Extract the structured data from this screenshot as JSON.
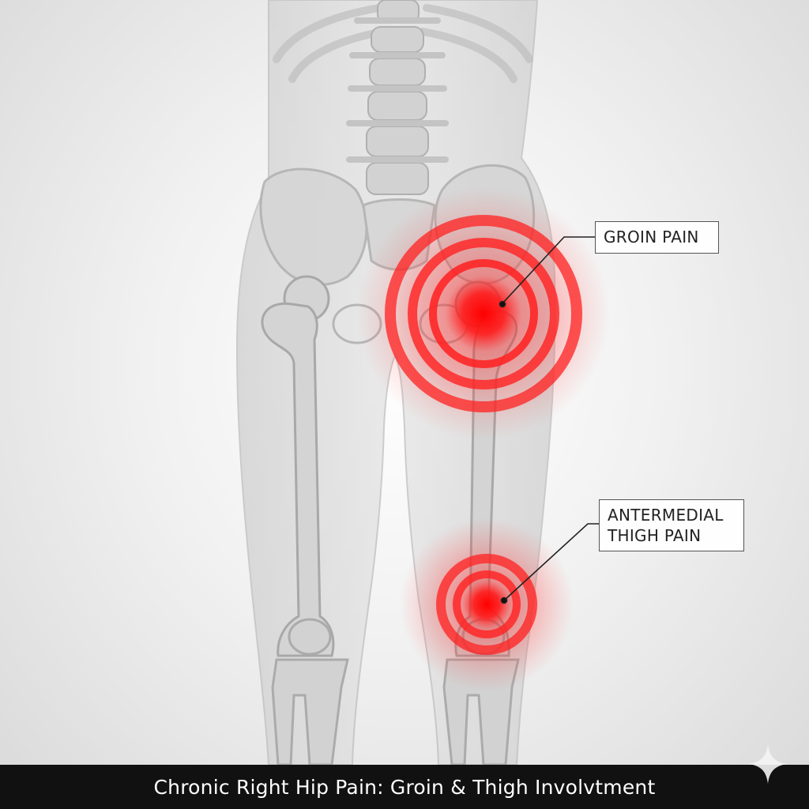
{
  "callouts": {
    "groin": {
      "label": "GROIN PAIN"
    },
    "thigh": {
      "line1": "ANTERMEDIAL",
      "line2": "THIGH PAIN"
    }
  },
  "caption": "Chronic Right Hip Pain: Groin & Thigh Involvtment",
  "colors": {
    "pain": "#ff1a1a",
    "bone": "#c8c8c8",
    "skin": "#d9d9d9",
    "caption_bar": "#111111"
  },
  "icons": [
    "sparkle-icon"
  ]
}
